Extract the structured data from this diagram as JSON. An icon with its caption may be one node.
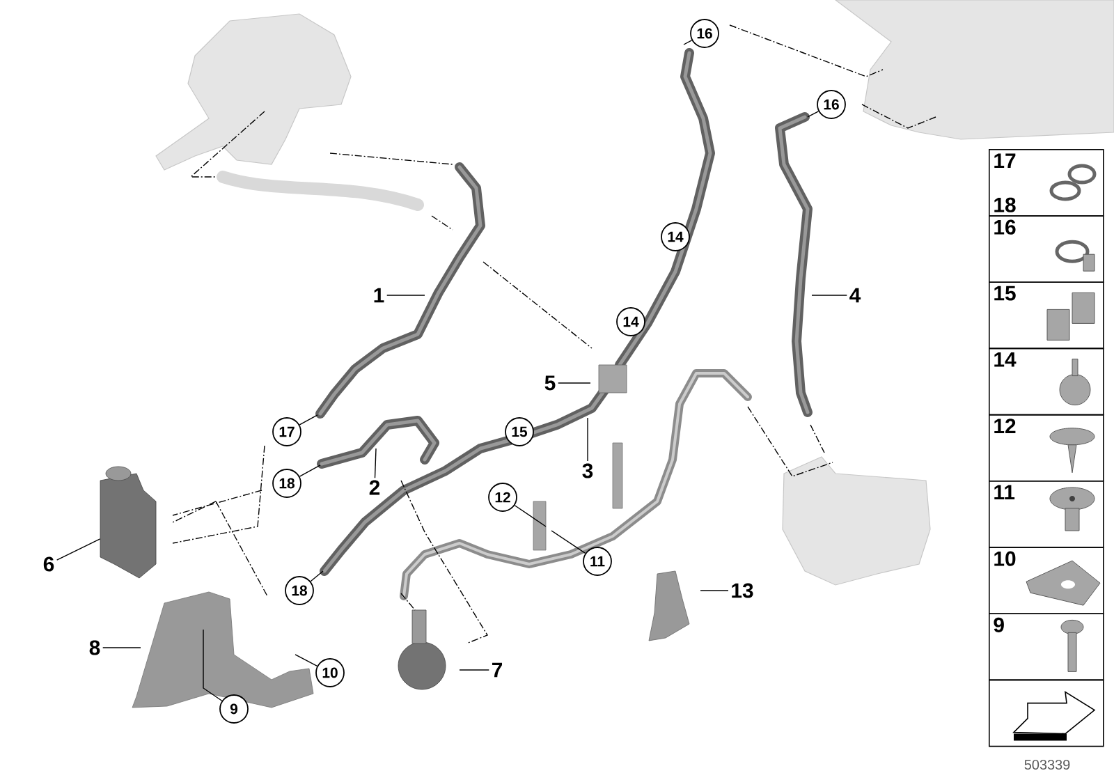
{
  "diagram": {
    "nodes": [
      {
        "text": [
          "16"
        ]
      },
      {
        "text": [
          "16"
        ]
      },
      {
        "text": [
          "14"
        ]
      },
      {
        "text": [
          "1"
        ]
      },
      {
        "text": [
          "4"
        ]
      },
      {
        "text": [
          "14"
        ]
      },
      {
        "text": [
          "5"
        ]
      },
      {
        "text": [
          "17"
        ]
      },
      {
        "text": [
          "15"
        ]
      },
      {
        "text": [
          "2"
        ]
      },
      {
        "text": [
          "18"
        ]
      },
      {
        "text": [
          "3"
        ]
      },
      {
        "text": [
          "12"
        ]
      },
      {
        "text": [
          "11"
        ]
      },
      {
        "text": [
          "6"
        ]
      },
      {
        "text": [
          "18"
        ]
      },
      {
        "text": [
          "13"
        ]
      },
      {
        "text": [
          "8"
        ]
      },
      {
        "text": [
          "7"
        ]
      },
      {
        "text": [
          "10"
        ]
      },
      {
        "text": [
          "9"
        ]
      },
      {
        "text": [
          "17",
          "18"
        ]
      },
      {
        "text": [
          "16"
        ]
      },
      {
        "text": [
          "15"
        ]
      },
      {
        "text": [
          "14"
        ]
      },
      {
        "text": [
          "12"
        ]
      },
      {
        "text": [
          "11"
        ]
      },
      {
        "text": [
          "10"
        ]
      },
      {
        "text": [
          "9"
        ]
      },
      {
        "text": [],
        "shape": "box"
      },
      {
        "text": [],
        "shape": "picture"
      }
    ],
    "edges": [
      {
        "from": 0,
        "to": null,
        "arrow": "none"
      },
      {
        "from": 1,
        "to": null,
        "arrow": "none"
      },
      {
        "from": 3,
        "to": null,
        "arrow": "none"
      },
      {
        "from": 4,
        "to": null,
        "arrow": "none"
      },
      {
        "from": 6,
        "to": null,
        "arrow": "none"
      },
      {
        "from": 7,
        "to": null,
        "arrow": "none"
      },
      {
        "from": 9,
        "to": null,
        "arrow": "none"
      },
      {
        "from": 10,
        "to": null,
        "arrow": "none"
      },
      {
        "from": 11,
        "to": null,
        "arrow": "none"
      },
      {
        "from": 12,
        "to": null,
        "arrow": "none"
      },
      {
        "from": 13,
        "to": null,
        "arrow": "none"
      },
      {
        "from": 14,
        "to": 30,
        "arrow": "none"
      },
      {
        "from": 15,
        "to": null,
        "arrow": "none"
      },
      {
        "from": 16,
        "to": null,
        "arrow": "none"
      },
      {
        "from": 17,
        "to": null,
        "arrow": "none"
      },
      {
        "from": 18,
        "to": null,
        "arrow": "none"
      },
      {
        "from": 19,
        "to": null,
        "arrow": "none"
      },
      {
        "from": 20,
        "to": null,
        "arrow": "none"
      }
    ],
    "labels": [
      "503339"
    ]
  }
}
